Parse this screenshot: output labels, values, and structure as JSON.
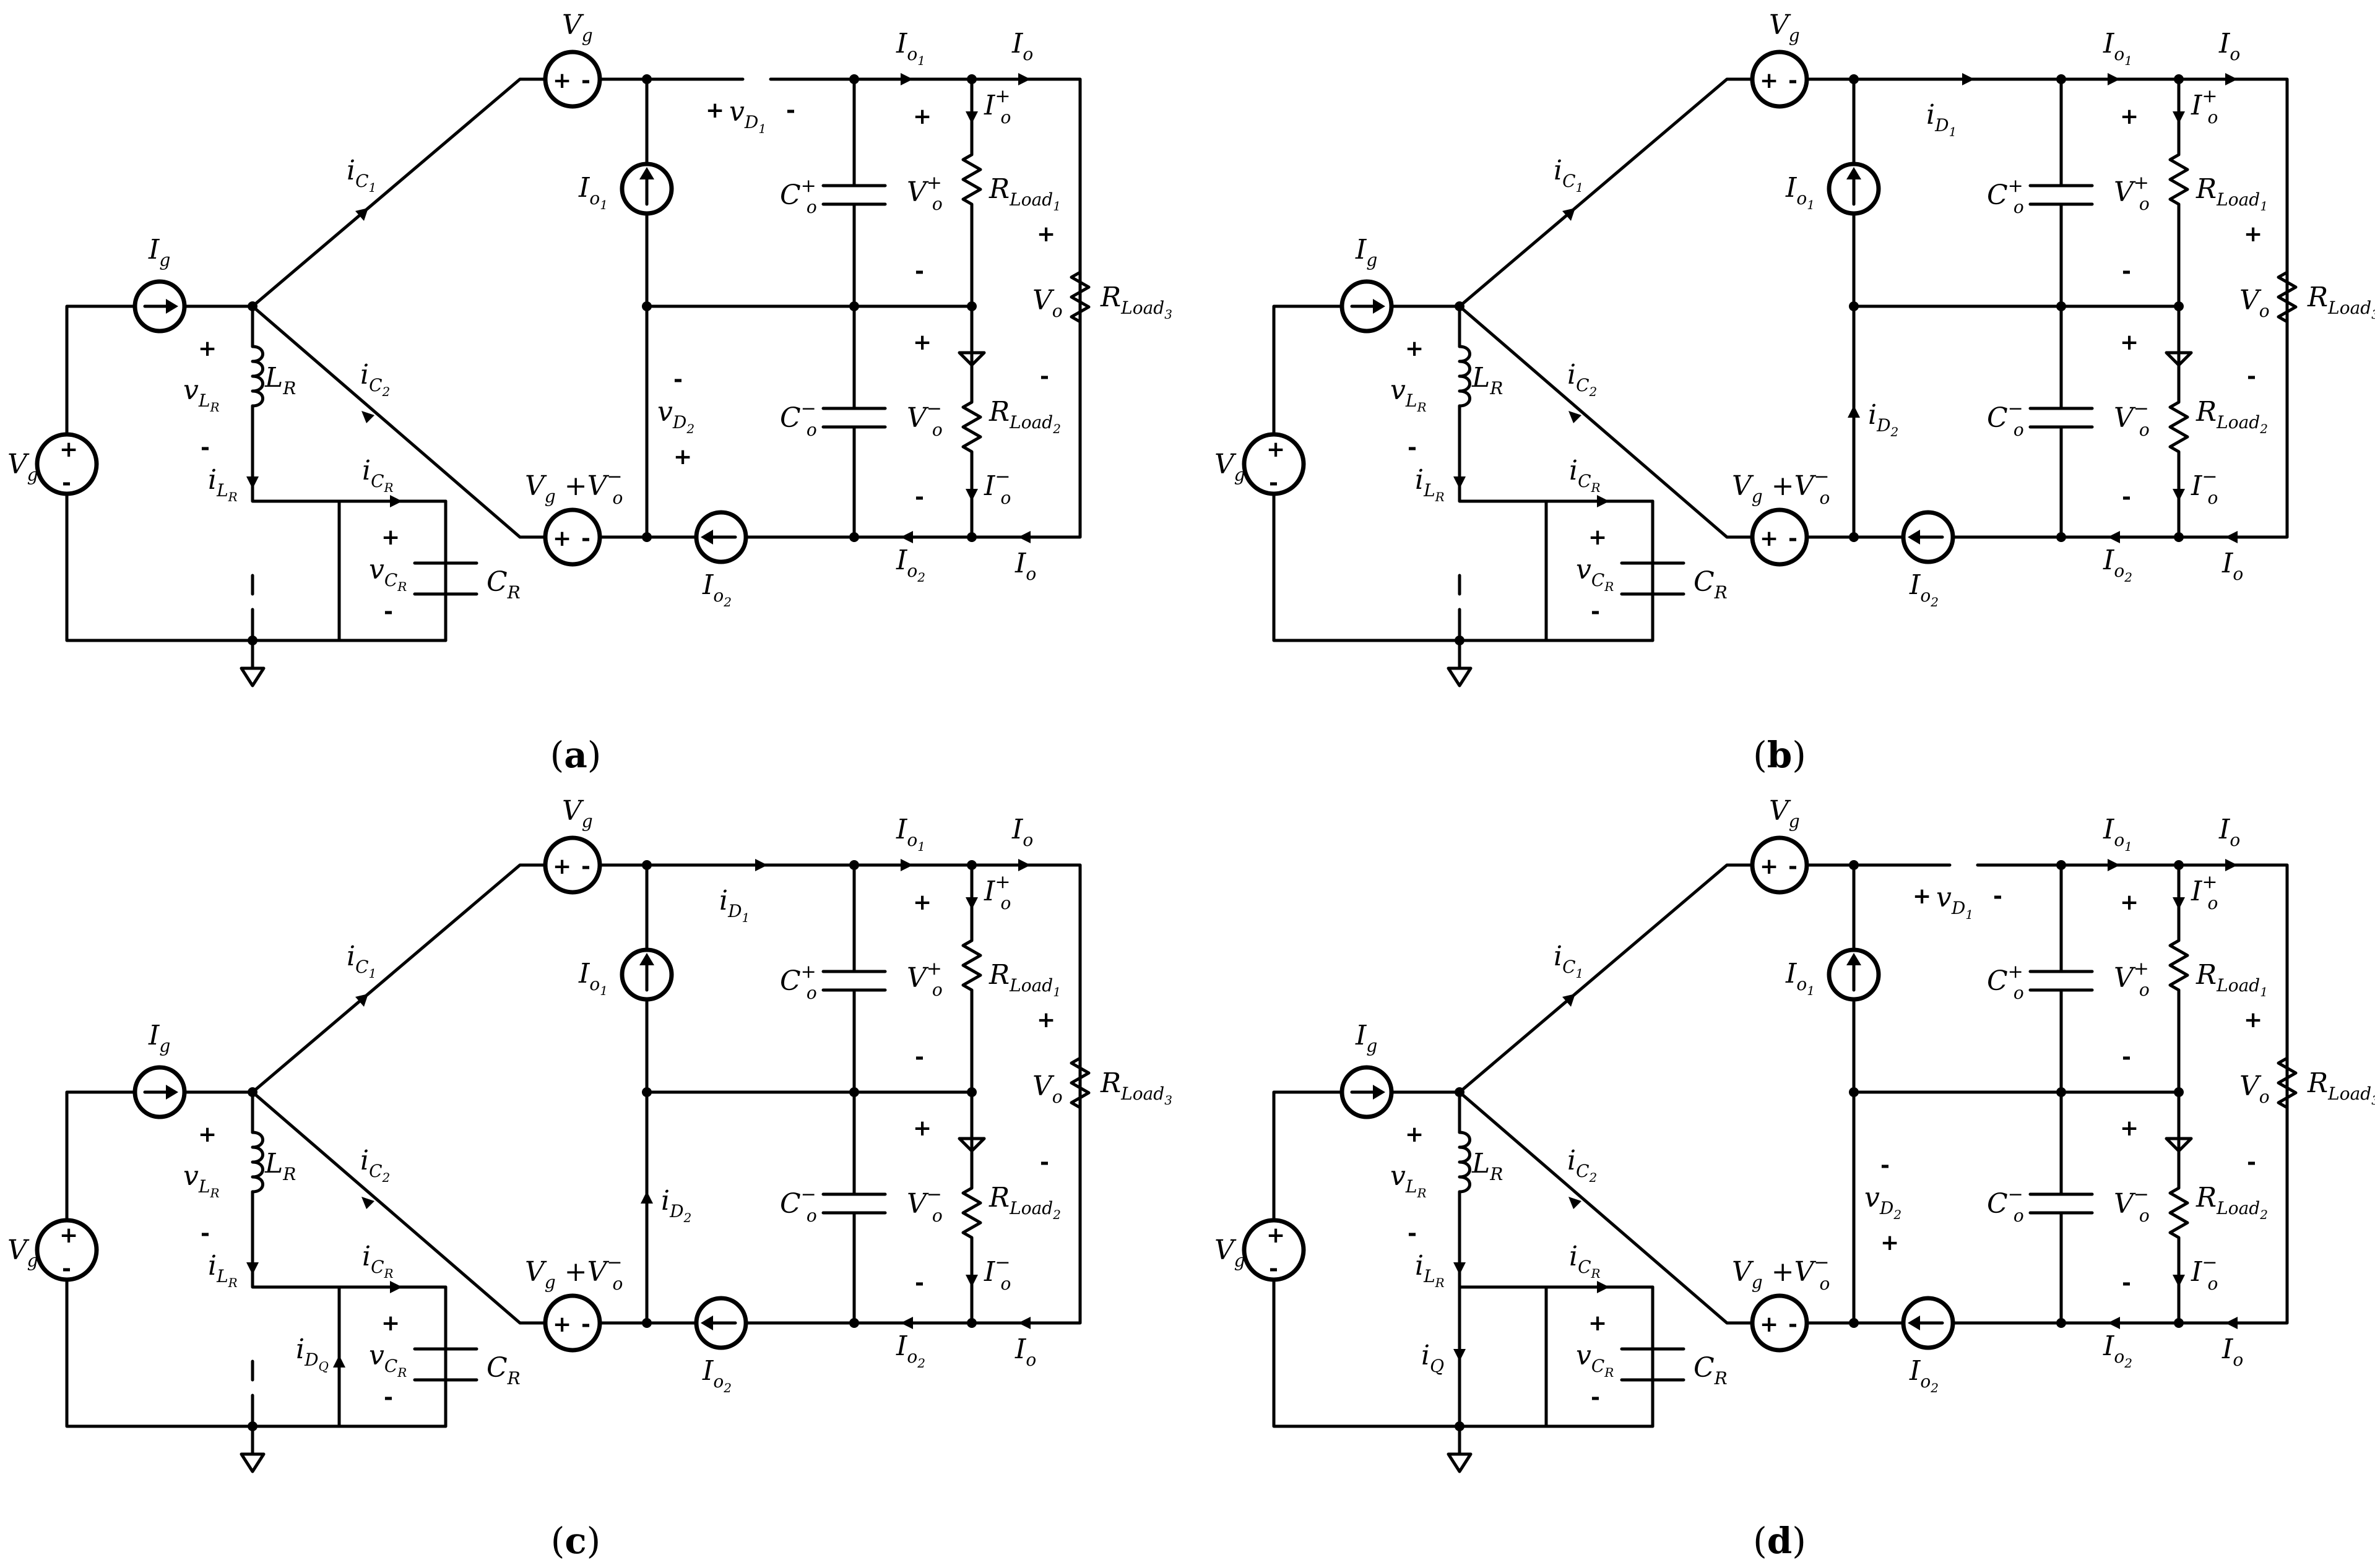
{
  "figure": {
    "panels": [
      {
        "id": "a",
        "caption": "a"
      },
      {
        "id": "b",
        "caption": "b"
      },
      {
        "id": "c",
        "caption": "c"
      },
      {
        "id": "d",
        "caption": "d"
      }
    ],
    "labels": {
      "Vg": "V",
      "Vg_sub": "g",
      "Ig": "I",
      "Ig_sub": "g",
      "iC1": "i",
      "iC1_sub": "C",
      "iC1_ssub": "1",
      "iC2": "i",
      "iC2_sub": "C",
      "iC2_ssub": "2",
      "vLR": "v",
      "vLR_sub": "L",
      "vLR_ssub": "R",
      "LR": "L",
      "LR_sub": "R",
      "iLR": "i",
      "iLR_sub": "L",
      "iLR_ssub": "R",
      "iCR": "i",
      "iCR_sub": "C",
      "iCR_ssub": "R",
      "vCR": "v",
      "vCR_sub": "C",
      "vCR_ssub": "R",
      "CR": "C",
      "CR_sub": "R",
      "Io1": "I",
      "Io1_sub": "o",
      "Io1_ssub": "1",
      "Io2": "I",
      "Io2_sub": "o",
      "Io2_ssub": "2",
      "Io": "I",
      "Io_sub": "o",
      "Iop": "I",
      "Iop_sub": "o",
      "Iop_sup": "+",
      "Iom": "I",
      "Iom_sub": "o",
      "Iom_sup": "−",
      "Cop": "C",
      "Cop_sub": "o",
      "Cop_sup": "+",
      "Com": "C",
      "Com_sub": "o",
      "Com_sup": "−",
      "Vop": "V",
      "Vop_sub": "o",
      "Vop_sup": "+",
      "Vom": "V",
      "Vom_sub": "o",
      "Vom_sup": "−",
      "RL1": "R",
      "RL1_sub": "Load",
      "RL1_ssub": "1",
      "RL2": "R",
      "RL2_sub": "Load",
      "RL2_ssub": "2",
      "RL3": "R",
      "RL3_sub": "Load",
      "RL3_ssub": "3",
      "Vo": "V",
      "Vo_sub": "o",
      "VgVo_a": "V",
      "VgVo_a_sub": "g",
      "VgVo_b": " +V",
      "VgVo_b_sub": "o",
      "VgVo_b_sup": "−",
      "vD1": "v",
      "vD1_sub": "D",
      "vD1_ssub": "1",
      "vD2": "v",
      "vD2_sub": "D",
      "vD2_ssub": "2",
      "iD1": "i",
      "iD1_sub": "D",
      "iD1_ssub": "1",
      "iD2": "i",
      "iD2_sub": "D",
      "iD2_ssub": "2",
      "iDQ": "i",
      "iDQ_sub": "D",
      "iDQ_ssub": "Q",
      "iQ": "i",
      "iQ_sub": "Q",
      "plus": "+",
      "minus": "-"
    }
  }
}
